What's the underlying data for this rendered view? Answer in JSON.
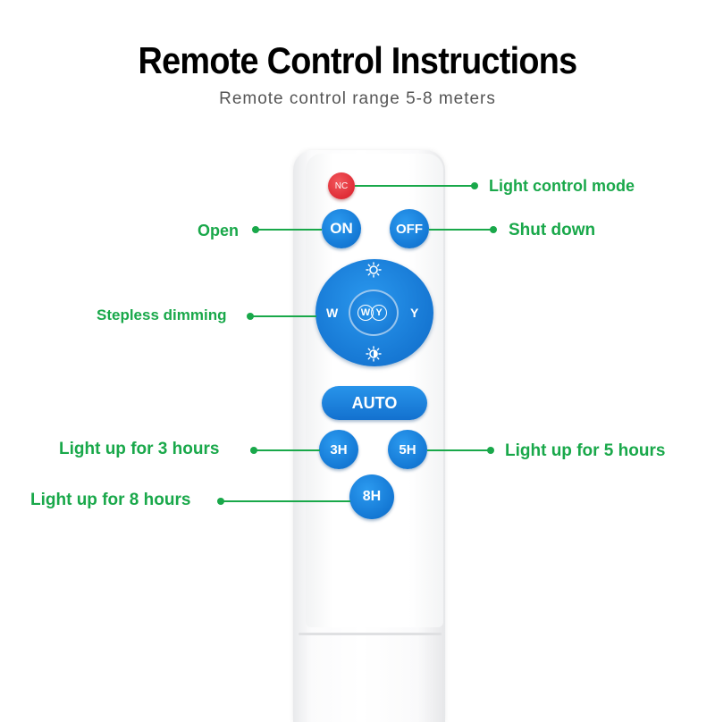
{
  "header": {
    "title": "Remote Control Instructions",
    "subtitle": "Remote control range 5-8 meters"
  },
  "remote": {
    "buttons": {
      "nc": "NC",
      "on": "ON",
      "off": "OFF",
      "dpad_left": "W",
      "dpad_right": "Y",
      "dpad_center_left": "W",
      "dpad_center_right": "Y",
      "auto": "AUTO",
      "h3": "3H",
      "h5": "5H",
      "h8": "8H"
    },
    "icons": [
      "sun-bright-icon",
      "sun-dim-icon"
    ]
  },
  "callouts": {
    "light_control_mode": "Light control mode",
    "open": "Open",
    "shut_down": "Shut down",
    "stepless_dimming": "Stepless dimming",
    "light_3h": "Light up for 3 hours",
    "light_5h": "Light up for 5 hours",
    "light_8h": "Light up for 8 hours"
  },
  "colors": {
    "accent_green": "#19a84a",
    "button_blue": "#1478d4",
    "button_red": "#de2a34",
    "title": "#000000",
    "subtitle": "#555555"
  }
}
